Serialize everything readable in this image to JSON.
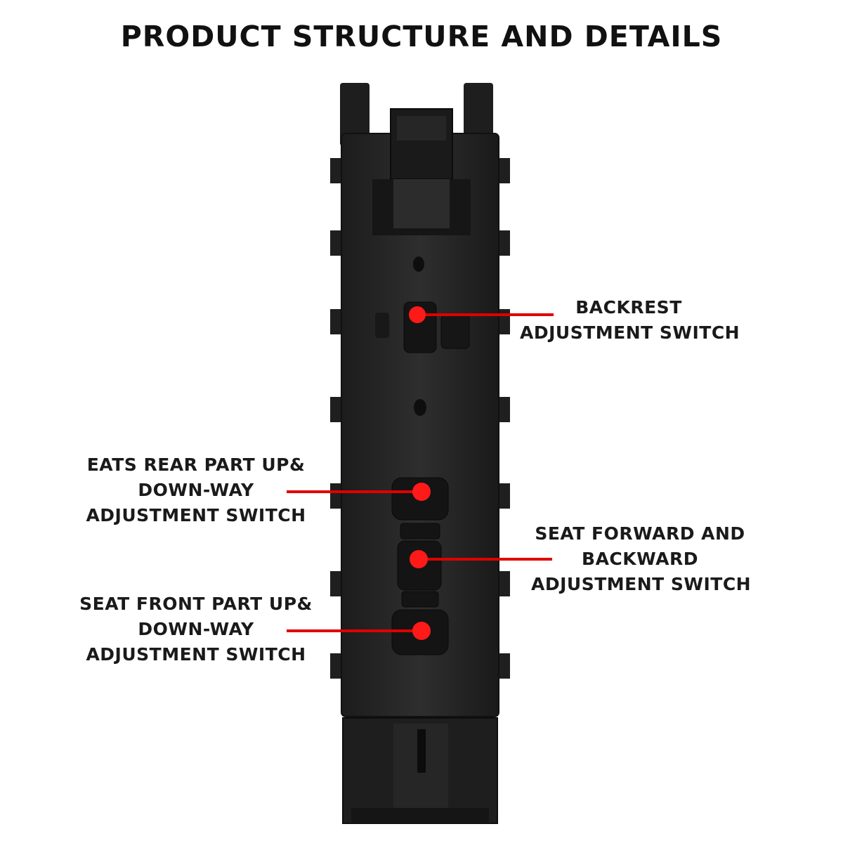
{
  "title": "PRODUCT STRUCTURE AND DETAILS",
  "colors": {
    "marker": "#ff1a1a",
    "leader_line": "#e00000",
    "body": "#2a2a2a",
    "body_edge": "#111111"
  },
  "callouts": {
    "backrest": {
      "lines": [
        "BACKREST",
        "ADJUSTMENT SWITCH"
      ]
    },
    "rear_part": {
      "lines": [
        "EATS REAR PART UP&",
        "DOWN-WAY",
        "ADJUSTMENT SWITCH"
      ]
    },
    "forward_backward": {
      "lines": [
        "SEAT FORWARD AND",
        "BACKWARD",
        "ADJUSTMENT SWITCH"
      ]
    },
    "front_part": {
      "lines": [
        "SEAT FRONT PART UP&",
        "DOWN-WAY",
        "ADJUSTMENT SWITCH"
      ]
    }
  }
}
